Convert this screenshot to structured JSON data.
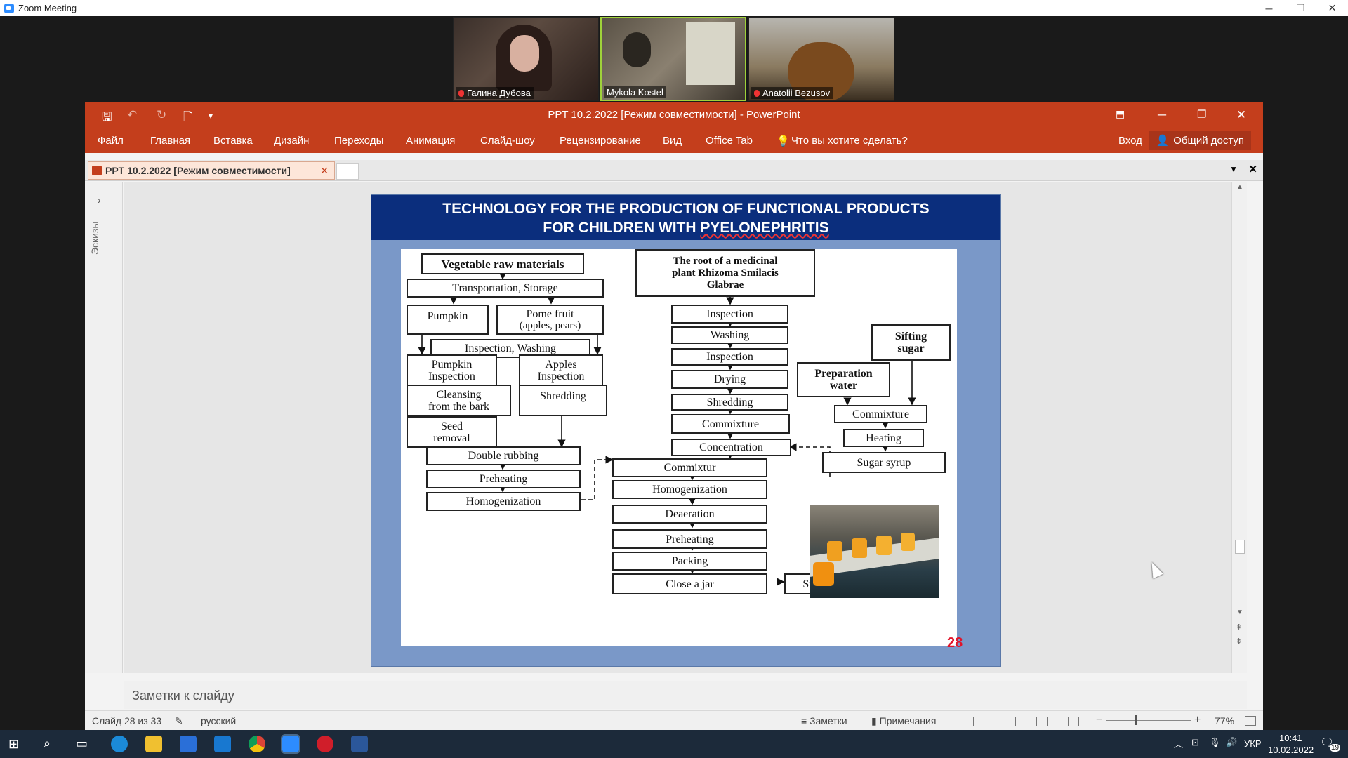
{
  "zoom": {
    "window_title": "Zoom Meeting",
    "participants": [
      {
        "name": "Галина Дубова",
        "muted": true
      },
      {
        "name": "Mykola Kostel",
        "muted": false
      },
      {
        "name": "Anatolii Bezusov",
        "muted": true
      }
    ]
  },
  "ppt": {
    "title": "PPT 10.2.2022 [Режим совместимости] - PowerPoint",
    "ribbon_tabs": [
      "Файл",
      "Главная",
      "Вставка",
      "Дизайн",
      "Переходы",
      "Анимация",
      "Слайд-шоу",
      "Рецензирование",
      "Вид",
      "Office Tab"
    ],
    "tell_me": "Что вы хотите сделать?",
    "signin": "Вход",
    "share": "Общий доступ",
    "doc_tab": "PPT 10.2.2022 [Режим совместимости]",
    "thumbnails_label": "Эскизы",
    "notes_placeholder": "Заметки к слайду",
    "status": {
      "slide_info": "Слайд 28 из 33",
      "language": "русский",
      "notes": "Заметки",
      "comments": "Примечания",
      "zoom": "77%"
    }
  },
  "slide": {
    "title_line1": "TECHNOLOGY FOR THE PRODUCTION OF FUNCTIONAL PRODUCTS",
    "title_line2_prefix": "FOR CHILDREN WITH ",
    "title_line2_word": "PYELONEPHRITIS",
    "number": "28",
    "boxes": {
      "veg_raw": "Vegetable raw materials",
      "transport": "Transportation, Storage",
      "pumpkin": "Pumpkin",
      "pome_1": "Pome fruit",
      "pome_2": "(apples, pears)",
      "insp_wash": "Inspection, Washing",
      "pump_insp_1": "Pumpkin",
      "pump_insp_2": "Inspection",
      "apple_insp_1": "Apples",
      "apple_insp_2": "Inspection",
      "cleansing_1": "Cleansing",
      "cleansing_2": "from the bark",
      "shredding_l": "Shredding",
      "seed_1": "Seed",
      "seed_2": "removal",
      "double_rub": "Double rubbing",
      "preheat_l": "Preheating",
      "homog_l": "Homogenization",
      "root_1": "The root of a medicinal",
      "root_2": "plant Rhizoma Smilacis",
      "root_3": "Glabrae",
      "c_insp1": "Inspection",
      "c_wash": "Washing",
      "c_insp2": "Inspection",
      "c_dry": "Drying",
      "c_shred": "Shredding",
      "c_commix": "Commixture",
      "c_conc": "Concentration",
      "sift_1": "Sifting",
      "sift_2": "sugar",
      "prep_1": "Preparation",
      "prep_2": "water",
      "r_commix": "Commixture",
      "r_heat": "Heating",
      "r_syrup": "Sugar syrup",
      "m_commix": "Commixtur",
      "m_homog": "Homogenization",
      "m_deaer": "Deaeration",
      "m_preheat": "Preheating",
      "m_pack": "Packing",
      "m_close": "Close a jar",
      "steril": "Sterilization"
    }
  },
  "taskbar": {
    "lang": "УКР",
    "time": "10:41",
    "date": "10.02.2022",
    "notif_count": "19"
  }
}
